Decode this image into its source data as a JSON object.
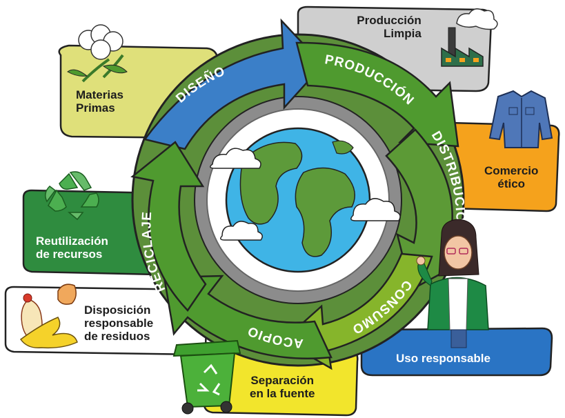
{
  "colors": {
    "materias": "#dfe07a",
    "produccion_limpia": "#cfcfcf",
    "comercio": "#f5a21c",
    "reutilizacion": "#2f8c3f",
    "disposicion": "#ffffff",
    "separacion": "#f2e52c",
    "uso": "#2a74c4",
    "arrow_blue": "#3b7fc8",
    "arrow_green": "#4f9a2f",
    "arrow_lime": "#86b52b",
    "ocean": "#3fb4e6",
    "land": "#5d9a3a"
  },
  "cycle": {
    "stages": [
      "DISEÑO",
      "PRODUCCIÓN",
      "DISTRIBUCIÓN",
      "CONSUMO",
      "ACOPIO",
      "RECICLAJE"
    ]
  },
  "boxes": {
    "materias": [
      "Materias",
      "Primas"
    ],
    "produccion_limpia": [
      "Producción",
      "Limpia"
    ],
    "comercio": [
      "Comercio",
      "ético"
    ],
    "reutilizacion": [
      "Reutilización",
      "de recursos"
    ],
    "disposicion": [
      "Disposición",
      "responsable",
      "de residuos"
    ],
    "separacion": [
      "Separación",
      "en la fuente"
    ],
    "uso": [
      "Uso responsable"
    ]
  },
  "icons": [
    "cotton-icon",
    "factory-icon",
    "jacket-icon",
    "recycle-icon",
    "waste-icon",
    "trash-bin-icon",
    "woman-icon"
  ]
}
